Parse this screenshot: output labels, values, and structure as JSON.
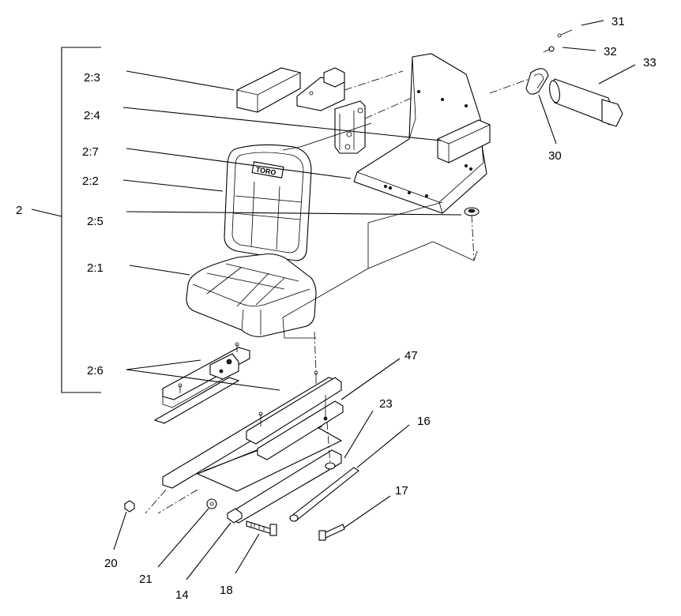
{
  "callouts": {
    "c2": "2",
    "c2_3": "2:3",
    "c2_4": "2:4",
    "c2_7": "2:7",
    "c2_2": "2:2",
    "c2_5": "2:5",
    "c2_1": "2:1",
    "c2_6": "2:6",
    "c31": "31",
    "c32": "32",
    "c33": "33",
    "c30": "30",
    "c47": "47",
    "c23": "23",
    "c16": "16",
    "c17": "17",
    "c20": "20",
    "c21": "21",
    "c14": "14",
    "c18": "18"
  },
  "seat_logo": "TORO"
}
